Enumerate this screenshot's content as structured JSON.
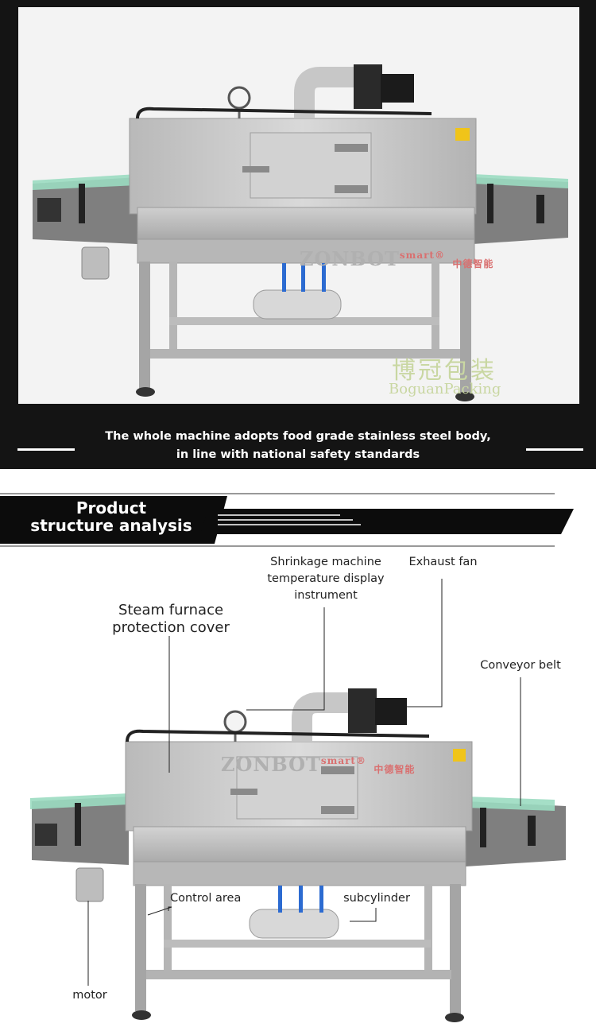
{
  "banner": {
    "caption_line1": "The whole machine adopts food grade stainless steel body,",
    "caption_line2": "in line with national safety standards",
    "watermark_brand": "ZONBOT",
    "watermark_smart": "smart®",
    "watermark_cn": "中德智能",
    "watermark_company_cn": "博冠包装",
    "watermark_company_en": "BoguanPacking"
  },
  "section": {
    "title_line1": "Product",
    "title_line2": "structure analysis"
  },
  "diagram": {
    "labels": {
      "steam_cover_1": "Steam furnace",
      "steam_cover_2": "protection cover",
      "temp_display_1": "Shrinkage machine",
      "temp_display_2": "temperature display",
      "temp_display_3": "instrument",
      "exhaust_fan": "Exhaust fan",
      "conveyor_belt": "Conveyor belt",
      "control_area": "Control area",
      "subcylinder": "subcylinder",
      "motor": "motor"
    },
    "logo_brand": "ZONBOT",
    "logo_smart": "smart®",
    "logo_cn": "中德智能"
  },
  "colors": {
    "dark_bg": "#141414",
    "steel": "#c8c8c8",
    "steel_dark": "#8d8d8d",
    "belt_green": "#8fd3b8",
    "header_black": "#0c0c0c"
  }
}
